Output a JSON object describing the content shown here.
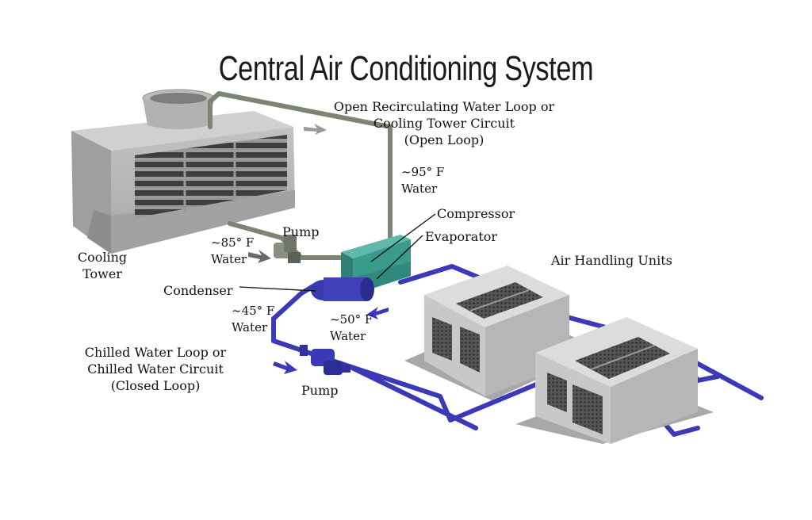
{
  "title": "Central Air Conditioning System",
  "labels": {
    "open_loop": [
      "Open Recirculating Water Loop or",
      "Cooling Tower Circuit",
      "(Open Loop)"
    ],
    "temp_95": [
      "~95° F",
      "Water"
    ],
    "compressor": "Compressor",
    "evaporator": "Evaporator",
    "pump_top": "Pump",
    "temp_85": [
      "~85° F",
      "Water"
    ],
    "cooling_tower": [
      "Cooling",
      "Tower"
    ],
    "condenser": "Condenser",
    "air_handling_units": "Air Handling Units",
    "temp_45": [
      "~45° F",
      "Water"
    ],
    "temp_50": [
      "~50° F",
      "Water"
    ],
    "closed_loop": [
      "Chilled Water Loop or",
      "Chilled Water Circuit",
      "(Closed Loop)"
    ],
    "pump_bottom": "Pump"
  },
  "colors": {
    "chilled_pipe": "#3a3ab8",
    "tower_pipe": "#7c8474",
    "chiller": "#3a9a8c",
    "concrete": "#b8b8b8"
  }
}
